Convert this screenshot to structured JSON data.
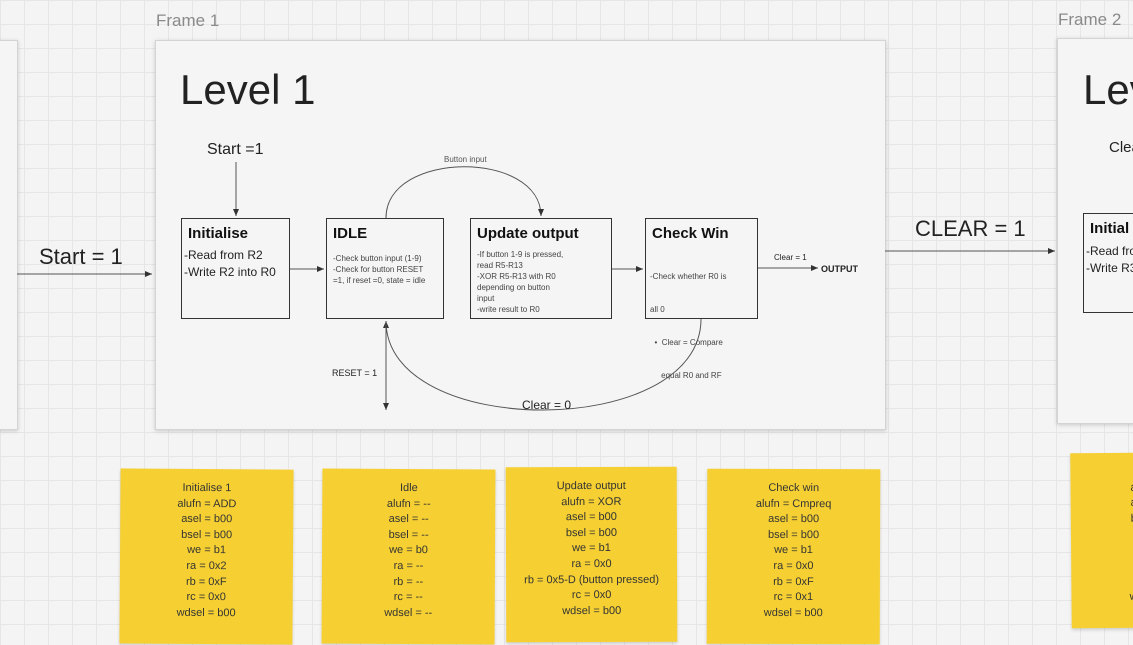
{
  "frames": {
    "frame1_label": "Frame 1",
    "frame2_label": "Frame 2",
    "level1_title": "Level 1",
    "level2_title_partial": "Lev"
  },
  "flow": {
    "start_left": "Start = 1",
    "start_top": "Start =1",
    "clear_one": "CLEAR = 1",
    "button_input": "Button input",
    "reset": "RESET = 1",
    "clear_zero": "Clear = 0",
    "clear_one_small": "Clear = 1",
    "output": "OUTPUT"
  },
  "boxes": {
    "initialise": {
      "title": "Initialise",
      "lines": [
        "-Read from R2",
        "-Write R2 into R0"
      ]
    },
    "idle": {
      "title": "IDLE",
      "lines": [
        "-Check button input (1-9)",
        "-Check for button RESET",
        "=1, if reset =0, state = idle"
      ]
    },
    "update": {
      "title": "Update output",
      "lines": [
        "-If button 1-9 is pressed,",
        "read R5-R13",
        "-XOR R5-R13 with R0",
        "depending on button",
        "input",
        "-write result to R0"
      ]
    },
    "checkwin": {
      "title": "Check Win",
      "lines": [
        "-Check whether R0 is",
        "all 0",
        "  •  Clear = Compare",
        "     equal R0 and RF"
      ]
    },
    "frame2_init": {
      "title": "Initial",
      "lines": [
        "-Read fro",
        "-Write R3"
      ]
    },
    "frame2_clear_partial": "Clea"
  },
  "notes": [
    {
      "lines": [
        "Initialise 1",
        "alufn = ADD",
        "asel = b00",
        "bsel = b00",
        "we = b1",
        "ra = 0x2",
        "rb = 0xF",
        "rc = 0x0",
        "wdsel = b00"
      ]
    },
    {
      "lines": [
        "Idle",
        "alufn = --",
        "asel = --",
        "bsel = --",
        "we = b0",
        "ra = --",
        "rb = --",
        "rc = --",
        "wdsel = --"
      ]
    },
    {
      "lines": [
        "Update output",
        "alufn = XOR",
        "asel = b00",
        "bsel = b00",
        "we = b1",
        "ra = 0x0",
        "rb = 0x5-D (button pressed)",
        "rc = 0x0",
        "wdsel = b00"
      ]
    },
    {
      "lines": [
        "Check win",
        "alufn = Cmpreq",
        "asel = b00",
        "bsel = b00",
        "we = b1",
        "ra = 0x0",
        "rb = 0xF",
        "rc = 0x1",
        "wdsel = b00"
      ]
    },
    {
      "lines": [
        "I",
        "a",
        "a",
        "b",
        "",
        "",
        "",
        "",
        "w"
      ]
    }
  ],
  "colors": {
    "note": "#f6d033",
    "frame_bg": "#f5f5f5",
    "grid": "#e6e6e6",
    "line": "#444444"
  }
}
